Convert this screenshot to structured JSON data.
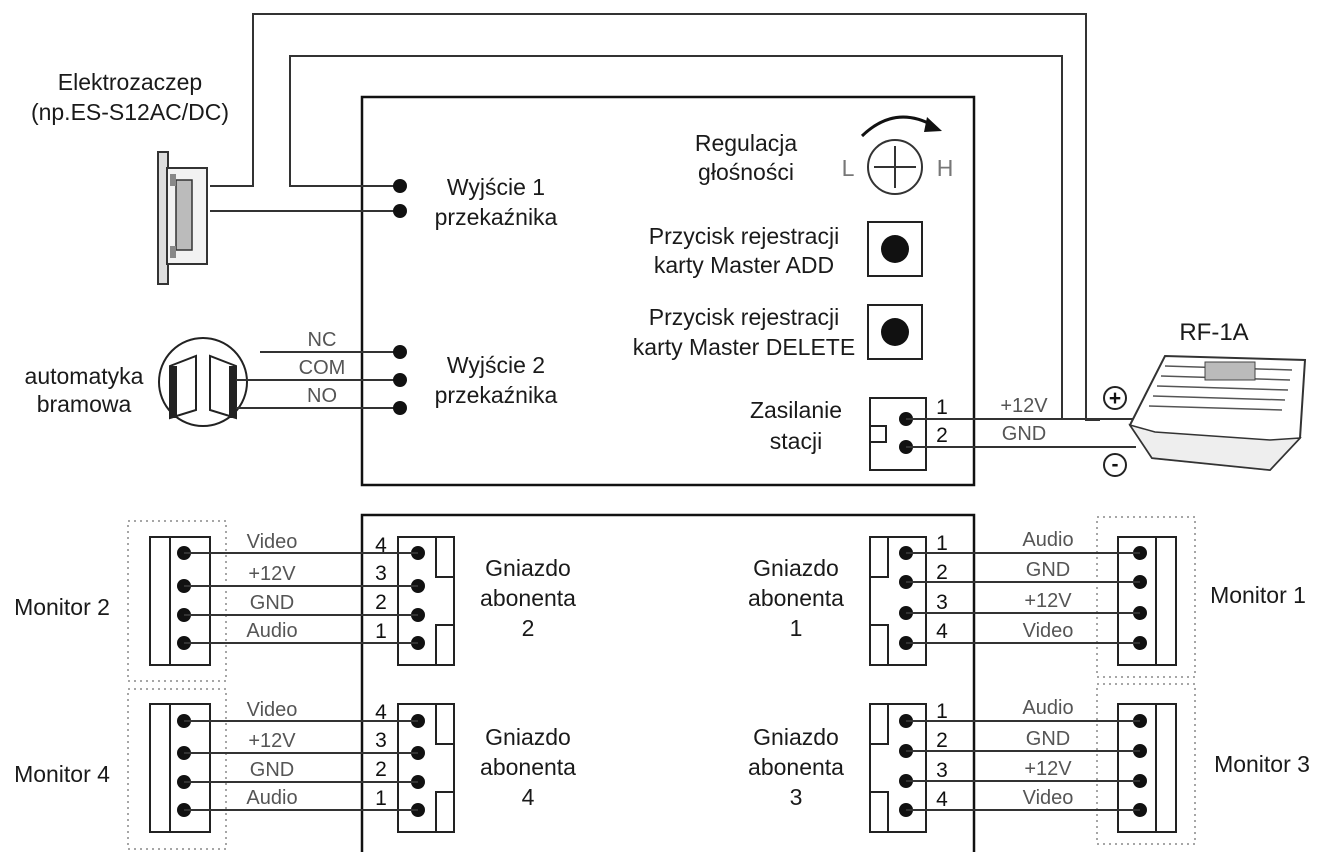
{
  "lock": {
    "title": "Elektrozaczep",
    "model": "(np.ES-S12AC/DC)"
  },
  "relay1": {
    "line1": "Wyjście 1",
    "line2": "przekaźnika"
  },
  "relay2": {
    "line1": "Wyjście 2",
    "line2": "przekaźnika"
  },
  "gate": {
    "line1": "automatyka",
    "line2": "bramowa",
    "wires": [
      "NC",
      "COM",
      "NO"
    ]
  },
  "volume": {
    "line1": "Regulacja",
    "line2": "głośności",
    "low": "L",
    "high": "H"
  },
  "add_button": {
    "line1": "Przycisk rejestracji",
    "line2": "karty Master ADD"
  },
  "delete_button": {
    "line1": "Przycisk rejestracji",
    "line2": "karty Master DELETE"
  },
  "power": {
    "line1": "Zasilanie",
    "line2": "stacji",
    "pins": [
      "1",
      "2"
    ],
    "wires": [
      "+12V",
      "GND"
    ],
    "plus": "+",
    "minus": "-"
  },
  "psu": {
    "name": "RF-1A"
  },
  "left_pins": [
    "4",
    "3",
    "2",
    "1"
  ],
  "left_wires": [
    "Video",
    "+12V",
    "GND",
    "Audio"
  ],
  "right_pins": [
    "1",
    "2",
    "3",
    "4"
  ],
  "right_wires": [
    "Audio",
    "GND",
    "+12V",
    "Video"
  ],
  "socket_label": {
    "line1": "Gniazdo",
    "line2": "abonenta"
  },
  "sockets": {
    "s1": "1",
    "s2": "2",
    "s3": "3",
    "s4": "4"
  },
  "monitors": {
    "m1": "Monitor 1",
    "m2": "Monitor 2",
    "m3": "Monitor 3",
    "m4": "Monitor 4"
  }
}
